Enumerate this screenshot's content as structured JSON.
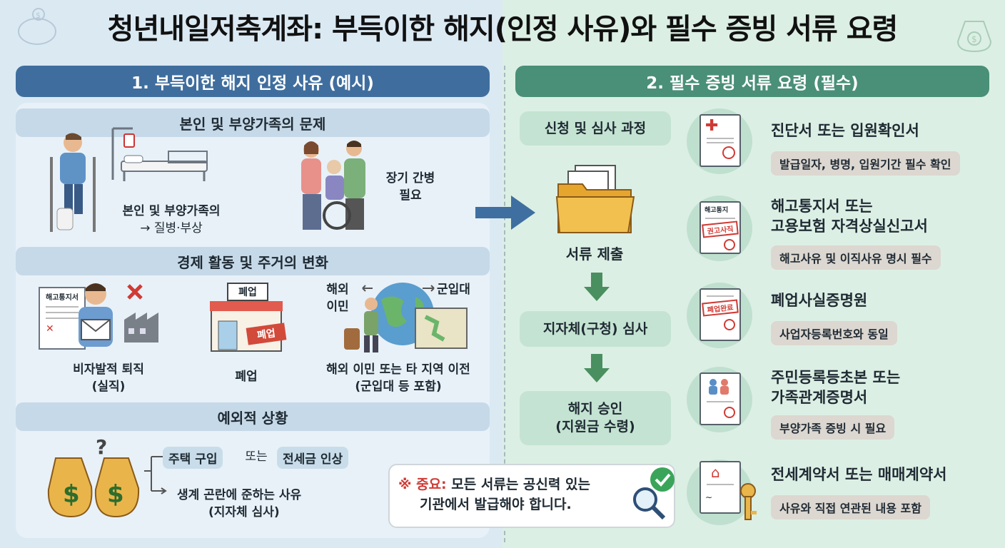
{
  "title": "청년내일저축계좌: 부득이한 해지(인정 사유)와 필수 증빙 서류 요령",
  "left": {
    "header": "1. 부득이한 해지 인정 사유 (예시)",
    "section1": {
      "title": "본인 및 부양가족의 문제",
      "item1": "본인 및 부양가족의",
      "item1b": "→ 질병·부상",
      "item2": "장기 간병",
      "item2b": "필요"
    },
    "section2": {
      "title": "경제 활동 및 주거의 변화",
      "notice_label": "해고통지서",
      "closed_sign": "폐업",
      "closed_tag": "폐업",
      "item1": "비자발적 퇴직",
      "item1b": "(실직)",
      "item2": "폐업",
      "item3": "해외 이민 또는 타 지역 이전",
      "item3b": "(군입대 등 포함)",
      "abroad_label": "해외",
      "abroad_label2": "이민",
      "military_label": "군입대"
    },
    "section3": {
      "title": "예외적 상황",
      "house": "주택 구입",
      "or": "또는",
      "deposit": "전세금 인상",
      "hardship": "생계 곤란에 준하는 사유",
      "hardship2": "(지자체 심사)"
    }
  },
  "right": {
    "header": "2. 필수 증빙 서류 요령 (필수)",
    "process": {
      "step0": "신청 및 심사 과정",
      "step1": "서류 제출",
      "step2": "지자체(구청) 심사",
      "step3a": "해지 승인",
      "step3b": "(지원금 수령)"
    },
    "note_prefix": "※ 중요:",
    "note_text1": "모든 서류는 공신력 있는",
    "note_text2": "기관에서 발급해야 합니다.",
    "docs": [
      {
        "title1": "진단서 또는 입원확인서",
        "title2": "",
        "note": "발급일자, 병명, 입원기간 필수 확인"
      },
      {
        "title1": "해고통지서 또는",
        "title2": "고용보험 자격상실신고서",
        "note": "해고사유 및 이직사유 명시 필수",
        "doc_label": "해고통지",
        "stamp": "권고사직"
      },
      {
        "title1": "폐업사실증명원",
        "title2": "",
        "note": "사업자등록번호와 동일",
        "stamp": "폐업완료"
      },
      {
        "title1": "주민등록등초본 또는",
        "title2": "가족관계증명서",
        "note": "부양가족 증빙 시 필요"
      },
      {
        "title1": "전세계약서 또는 매매계약서",
        "title2": "",
        "note": "사유와 직접 연관된 내용 포함"
      }
    ]
  },
  "colors": {
    "blue_header": "#3f6e9e",
    "green_header": "#4a8f78",
    "red": "#d03a34",
    "arrow": "#4a8f5f"
  }
}
